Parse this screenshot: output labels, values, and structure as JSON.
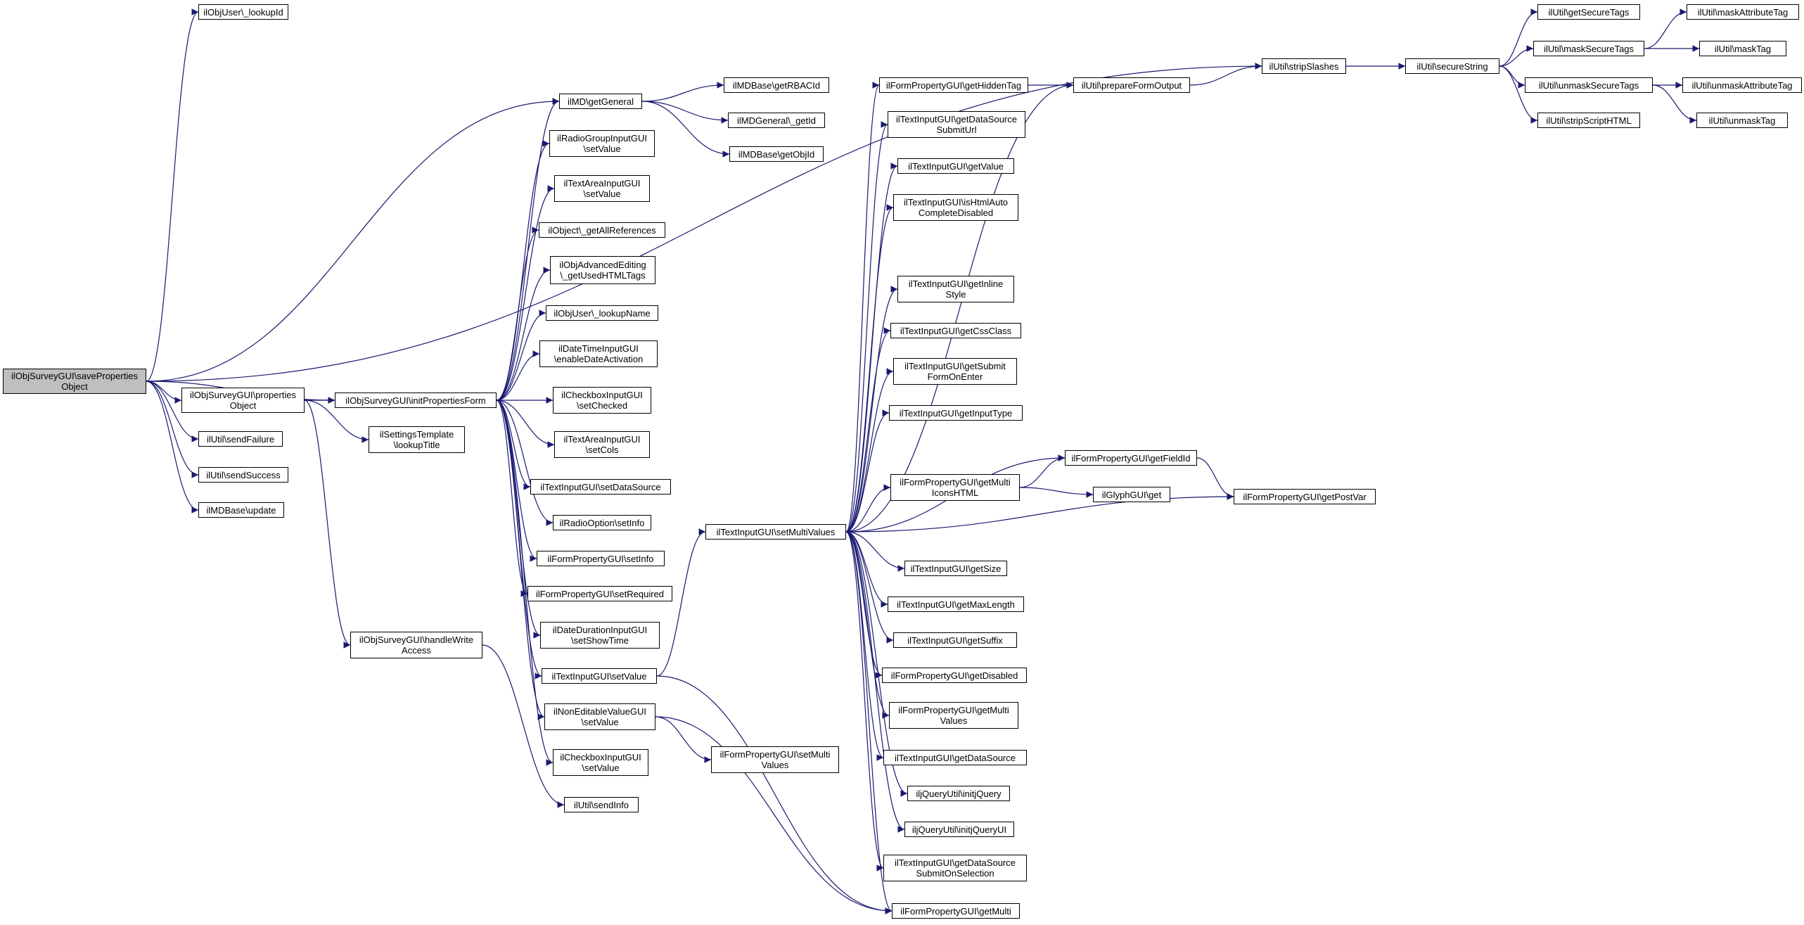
{
  "nodes": [
    {
      "id": "root",
      "label": "ilObjSurveyGUI\\saveProperties\nObject",
      "root": true
    },
    {
      "id": "lookupId",
      "label": "ilObjUser\\_lookupId"
    },
    {
      "id": "propsObj",
      "label": "ilObjSurveyGUI\\properties\nObject"
    },
    {
      "id": "sendFailure",
      "label": "ilUtil\\sendFailure"
    },
    {
      "id": "sendSuccess",
      "label": "ilUtil\\sendSuccess"
    },
    {
      "id": "mdUpdate",
      "label": "ilMDBase\\update"
    },
    {
      "id": "initProps",
      "label": "ilObjSurveyGUI\\initPropertiesForm"
    },
    {
      "id": "lookupTitle",
      "label": "ilSettingsTemplate\n\\lookupTitle"
    },
    {
      "id": "handleWrite",
      "label": "ilObjSurveyGUI\\handleWrite\nAccess"
    },
    {
      "id": "getGeneral",
      "label": "ilMD\\getGeneral"
    },
    {
      "id": "radioSetValue",
      "label": "ilRadioGroupInputGUI\n\\setValue"
    },
    {
      "id": "taSetValue",
      "label": "ilTextAreaInputGUI\n\\setValue"
    },
    {
      "id": "getAllRefs",
      "label": "ilObject\\_getAllReferences"
    },
    {
      "id": "advEditing",
      "label": "ilObjAdvancedEditing\n\\_getUsedHTMLTags"
    },
    {
      "id": "lookupName",
      "label": "ilObjUser\\_lookupName"
    },
    {
      "id": "dtEnable",
      "label": "ilDateTimeInputGUI\n\\enableDateActivation"
    },
    {
      "id": "cbSetChecked",
      "label": "ilCheckboxInputGUI\n\\setChecked"
    },
    {
      "id": "taSetCols",
      "label": "ilTextAreaInputGUI\n\\setCols"
    },
    {
      "id": "tiSetDS",
      "label": "ilTextInputGUI\\setDataSource"
    },
    {
      "id": "roSetInfo",
      "label": "ilRadioOption\\setInfo"
    },
    {
      "id": "fpSetInfo",
      "label": "ilFormPropertyGUI\\setInfo"
    },
    {
      "id": "fpSetReq",
      "label": "ilFormPropertyGUI\\setRequired"
    },
    {
      "id": "ddSetShow",
      "label": "ilDateDurationInputGUI\n\\setShowTime"
    },
    {
      "id": "tiSetValue",
      "label": "ilTextInputGUI\\setValue"
    },
    {
      "id": "nevSetValue",
      "label": "ilNonEditableValueGUI\n\\setValue"
    },
    {
      "id": "cbSetValue",
      "label": "ilCheckboxInputGUI\n\\setValue"
    },
    {
      "id": "sendInfo",
      "label": "ilUtil\\sendInfo"
    },
    {
      "id": "rbacId",
      "label": "ilMDBase\\getRBACId"
    },
    {
      "id": "mdGetId",
      "label": "ilMDGeneral\\_getId"
    },
    {
      "id": "objId",
      "label": "ilMDBase\\getObjId"
    },
    {
      "id": "fpSetMulti",
      "label": "ilFormPropertyGUI\\setMulti\nValues"
    },
    {
      "id": "tiSetMultiValues",
      "label": "ilTextInputGUI\\setMultiValues"
    },
    {
      "id": "fpHidden",
      "label": "ilFormPropertyGUI\\getHiddenTag"
    },
    {
      "id": "dsSubmitUrl",
      "label": "ilTextInputGUI\\getDataSource\nSubmitUrl"
    },
    {
      "id": "tiGetValue",
      "label": "ilTextInputGUI\\getValue"
    },
    {
      "id": "htmlAuto",
      "label": "ilTextInputGUI\\isHtmlAuto\nCompleteDisabled"
    },
    {
      "id": "inlineStyle",
      "label": "ilTextInputGUI\\getInline\nStyle"
    },
    {
      "id": "cssClass",
      "label": "ilTextInputGUI\\getCssClass"
    },
    {
      "id": "submitEnter",
      "label": "ilTextInputGUI\\getSubmit\nFormOnEnter"
    },
    {
      "id": "inputType",
      "label": "ilTextInputGUI\\getInputType"
    },
    {
      "id": "multiIcons",
      "label": "ilFormPropertyGUI\\getMulti\nIconsHTML"
    },
    {
      "id": "getSize",
      "label": "ilTextInputGUI\\getSize"
    },
    {
      "id": "maxLen",
      "label": "ilTextInputGUI\\getMaxLength"
    },
    {
      "id": "suffix",
      "label": "ilTextInputGUI\\getSuffix"
    },
    {
      "id": "disabled",
      "label": "ilFormPropertyGUI\\getDisabled"
    },
    {
      "id": "fpGetMultiVals",
      "label": "ilFormPropertyGUI\\getMulti\nValues"
    },
    {
      "id": "getDS",
      "label": "ilTextInputGUI\\getDataSource"
    },
    {
      "id": "initjQuery",
      "label": "iljQueryUtil\\initjQuery"
    },
    {
      "id": "initjQueryUI",
      "label": "iljQueryUtil\\initjQueryUI"
    },
    {
      "id": "dsSubmitSel",
      "label": "ilTextInputGUI\\getDataSource\nSubmitOnSelection"
    },
    {
      "id": "fpGetMulti",
      "label": "ilFormPropertyGUI\\getMulti"
    },
    {
      "id": "prepOut",
      "label": "ilUtil\\prepareFormOutput"
    },
    {
      "id": "fieldId",
      "label": "ilFormPropertyGUI\\getFieldId"
    },
    {
      "id": "glyphGet",
      "label": "ilGlyphGUI\\get"
    },
    {
      "id": "postVar",
      "label": "ilFormPropertyGUI\\getPostVar"
    },
    {
      "id": "stripSlashes",
      "label": "ilUtil\\stripSlashes"
    },
    {
      "id": "secureString",
      "label": "ilUtil\\secureString"
    },
    {
      "id": "getSecureTags",
      "label": "ilUtil\\getSecureTags"
    },
    {
      "id": "maskSecure",
      "label": "ilUtil\\maskSecureTags"
    },
    {
      "id": "unmaskSecure",
      "label": "ilUtil\\unmaskSecureTags"
    },
    {
      "id": "stripScript",
      "label": "ilUtil\\stripScriptHTML"
    },
    {
      "id": "maskAttr",
      "label": "ilUtil\\maskAttributeTag"
    },
    {
      "id": "maskTag",
      "label": "ilUtil\\maskTag"
    },
    {
      "id": "unmaskAttr",
      "label": "ilUtil\\unmaskAttributeTag"
    },
    {
      "id": "unmaskTag",
      "label": "ilUtil\\unmaskTag"
    }
  ],
  "edges": [
    [
      "root",
      "lookupId"
    ],
    [
      "root",
      "stripSlashes"
    ],
    [
      "root",
      "getGeneral"
    ],
    [
      "root",
      "initProps"
    ],
    [
      "root",
      "propsObj"
    ],
    [
      "root",
      "sendFailure"
    ],
    [
      "root",
      "sendSuccess"
    ],
    [
      "root",
      "mdUpdate"
    ],
    [
      "propsObj",
      "initProps"
    ],
    [
      "propsObj",
      "lookupTitle"
    ],
    [
      "propsObj",
      "handleWrite"
    ],
    [
      "handleWrite",
      "sendInfo"
    ],
    [
      "initProps",
      "getGeneral"
    ],
    [
      "initProps",
      "radioSetValue"
    ],
    [
      "initProps",
      "taSetValue"
    ],
    [
      "initProps",
      "getAllRefs"
    ],
    [
      "initProps",
      "advEditing"
    ],
    [
      "initProps",
      "lookupName"
    ],
    [
      "initProps",
      "dtEnable"
    ],
    [
      "initProps",
      "cbSetChecked"
    ],
    [
      "initProps",
      "taSetCols"
    ],
    [
      "initProps",
      "tiSetDS"
    ],
    [
      "initProps",
      "roSetInfo"
    ],
    [
      "initProps",
      "fpSetInfo"
    ],
    [
      "initProps",
      "fpSetReq"
    ],
    [
      "initProps",
      "ddSetShow"
    ],
    [
      "initProps",
      "tiSetValue"
    ],
    [
      "initProps",
      "nevSetValue"
    ],
    [
      "initProps",
      "cbSetValue"
    ],
    [
      "getGeneral",
      "rbacId"
    ],
    [
      "getGeneral",
      "mdGetId"
    ],
    [
      "getGeneral",
      "objId"
    ],
    [
      "tiSetValue",
      "tiSetMultiValues"
    ],
    [
      "tiSetValue",
      "fpGetMulti"
    ],
    [
      "nevSetValue",
      "fpSetMulti"
    ],
    [
      "nevSetValue",
      "fpGetMulti"
    ],
    [
      "tiSetMultiValues",
      "fpHidden"
    ],
    [
      "tiSetMultiValues",
      "dsSubmitUrl"
    ],
    [
      "tiSetMultiValues",
      "tiGetValue"
    ],
    [
      "tiSetMultiValues",
      "htmlAuto"
    ],
    [
      "tiSetMultiValues",
      "prepOut"
    ],
    [
      "tiSetMultiValues",
      "inlineStyle"
    ],
    [
      "tiSetMultiValues",
      "cssClass"
    ],
    [
      "tiSetMultiValues",
      "submitEnter"
    ],
    [
      "tiSetMultiValues",
      "inputType"
    ],
    [
      "tiSetMultiValues",
      "fieldId"
    ],
    [
      "tiSetMultiValues",
      "multiIcons"
    ],
    [
      "tiSetMultiValues",
      "postVar"
    ],
    [
      "tiSetMultiValues",
      "getSize"
    ],
    [
      "tiSetMultiValues",
      "maxLen"
    ],
    [
      "tiSetMultiValues",
      "suffix"
    ],
    [
      "tiSetMultiValues",
      "disabled"
    ],
    [
      "tiSetMultiValues",
      "fpGetMultiVals"
    ],
    [
      "tiSetMultiValues",
      "getDS"
    ],
    [
      "tiSetMultiValues",
      "initjQuery"
    ],
    [
      "tiSetMultiValues",
      "initjQueryUI"
    ],
    [
      "tiSetMultiValues",
      "dsSubmitSel"
    ],
    [
      "tiSetMultiValues",
      "fpGetMulti"
    ],
    [
      "fpHidden",
      "prepOut"
    ],
    [
      "prepOut",
      "stripSlashes"
    ],
    [
      "multiIcons",
      "fieldId"
    ],
    [
      "multiIcons",
      "glyphGet"
    ],
    [
      "fieldId",
      "postVar"
    ],
    [
      "stripSlashes",
      "secureString"
    ],
    [
      "secureString",
      "getSecureTags"
    ],
    [
      "secureString",
      "maskSecure"
    ],
    [
      "secureString",
      "unmaskSecure"
    ],
    [
      "secureString",
      "stripScript"
    ],
    [
      "maskSecure",
      "maskAttr"
    ],
    [
      "maskSecure",
      "maskTag"
    ],
    [
      "unmaskSecure",
      "unmaskAttr"
    ],
    [
      "unmaskSecure",
      "unmaskTag"
    ]
  ],
  "colors": {
    "edge": "#191970",
    "node_border": "#000000",
    "root_fill": "#bfbfbf",
    "node_fill": "#ffffff"
  }
}
